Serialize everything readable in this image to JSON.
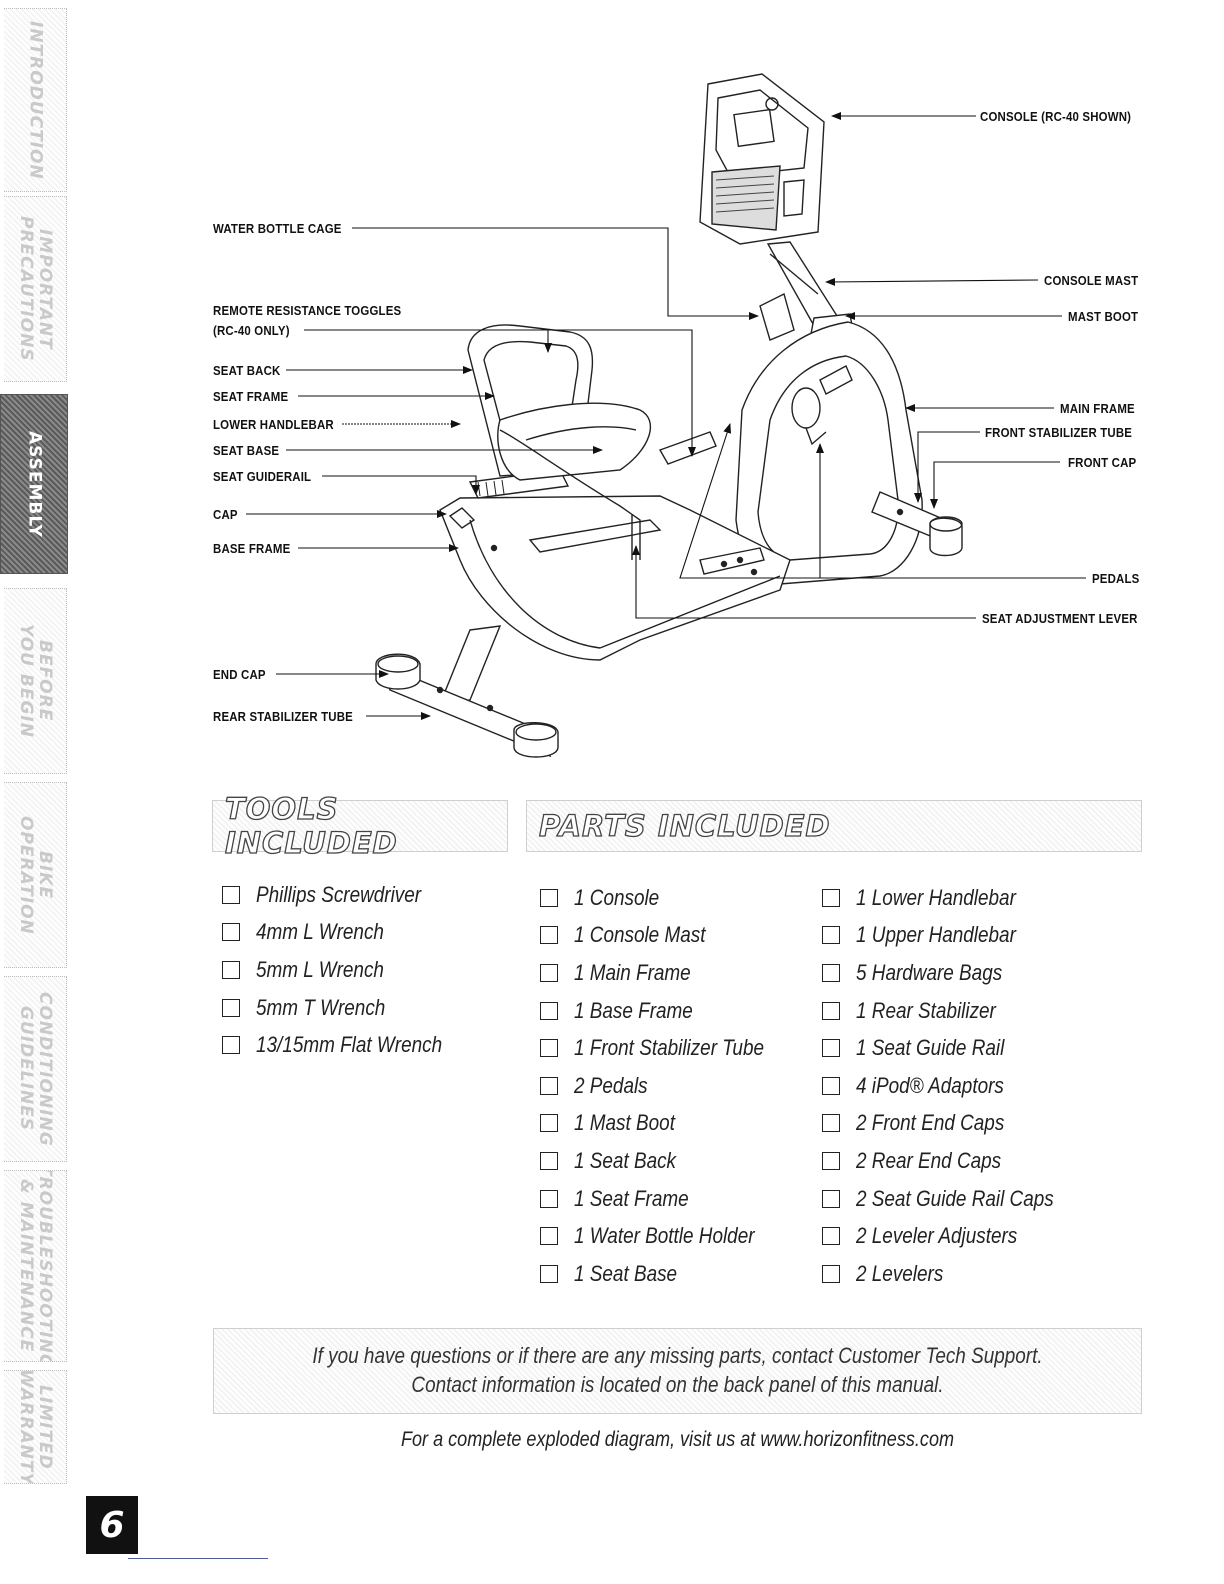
{
  "side_tabs": [
    {
      "label": "INTRODUCTION",
      "active": false
    },
    {
      "label": "IMPORTANT\nPRECAUTIONS",
      "active": false
    },
    {
      "label": "ASSEMBLY",
      "active": true
    },
    {
      "label": "BEFORE\nYOU BEGIN",
      "active": false
    },
    {
      "label": "BIKE\nOPERATION",
      "active": false
    },
    {
      "label": "CONDITIONING\nGUIDELINES",
      "active": false
    },
    {
      "label": "TROUBLESHOOTING\n& MAINTENANCE",
      "active": false
    },
    {
      "label": "LIMITED\nWARRANTY",
      "active": false
    }
  ],
  "diagram": {
    "callouts": {
      "console": "CONSOLE (RC-40 SHOWN)",
      "console_mast": "CONSOLE MAST",
      "mast_boot": "MAST BOOT",
      "main_frame": "MAIN FRAME",
      "front_stabilizer_tube": "FRONT STABILIZER TUBE",
      "front_cap": "FRONT CAP",
      "pedals": "PEDALS",
      "seat_adjustment_lever": "SEAT ADJUSTMENT LEVER",
      "water_bottle_cage": "WATER BOTTLE CAGE",
      "remote_resistance_toggles": "REMOTE RESISTANCE TOGGLES",
      "rc40_only": "(RC-40 ONLY)",
      "seat_back": "SEAT BACK",
      "seat_frame": "SEAT FRAME",
      "lower_handlebar": "LOWER HANDLEBAR",
      "seat_base": "SEAT BASE",
      "seat_guiderail": "SEAT GUIDERAIL",
      "cap": "CAP",
      "base_frame": "BASE FRAME",
      "end_cap": "END CAP",
      "rear_stabilizer_tube": "REAR STABILIZER TUBE"
    }
  },
  "tools": {
    "title": "TOOLS INCLUDED",
    "items": [
      "Phillips Screwdriver",
      "4mm L Wrench",
      "5mm L Wrench",
      "5mm T Wrench",
      "13/15mm Flat Wrench"
    ]
  },
  "parts": {
    "title": "PARTS INCLUDED",
    "column1": [
      "1 Console",
      "1 Console Mast",
      "1 Main Frame",
      "1 Base Frame",
      "1 Front Stabilizer Tube",
      "2 Pedals",
      "1 Mast Boot",
      "1 Seat Back",
      "1 Seat Frame",
      "1 Water Bottle Holder",
      "1 Seat Base"
    ],
    "column2": [
      "1 Lower Handlebar",
      "1 Upper Handlebar",
      "5 Hardware Bags",
      "1 Rear Stabilizer",
      "1 Seat Guide Rail",
      "4 iPod® Adaptors",
      "2 Front End Caps",
      "2 Rear End Caps",
      "2 Seat Guide Rail Caps",
      "2 Leveler Adjusters",
      "2 Levelers"
    ]
  },
  "notice": {
    "line1": "If you have questions or if there are any missing parts, contact Customer Tech Support.",
    "line2": "Contact information is located on the back panel of this manual."
  },
  "footer_note": "For a complete exploded diagram, visit us at www.horizonfitness.com",
  "page_number": "6"
}
